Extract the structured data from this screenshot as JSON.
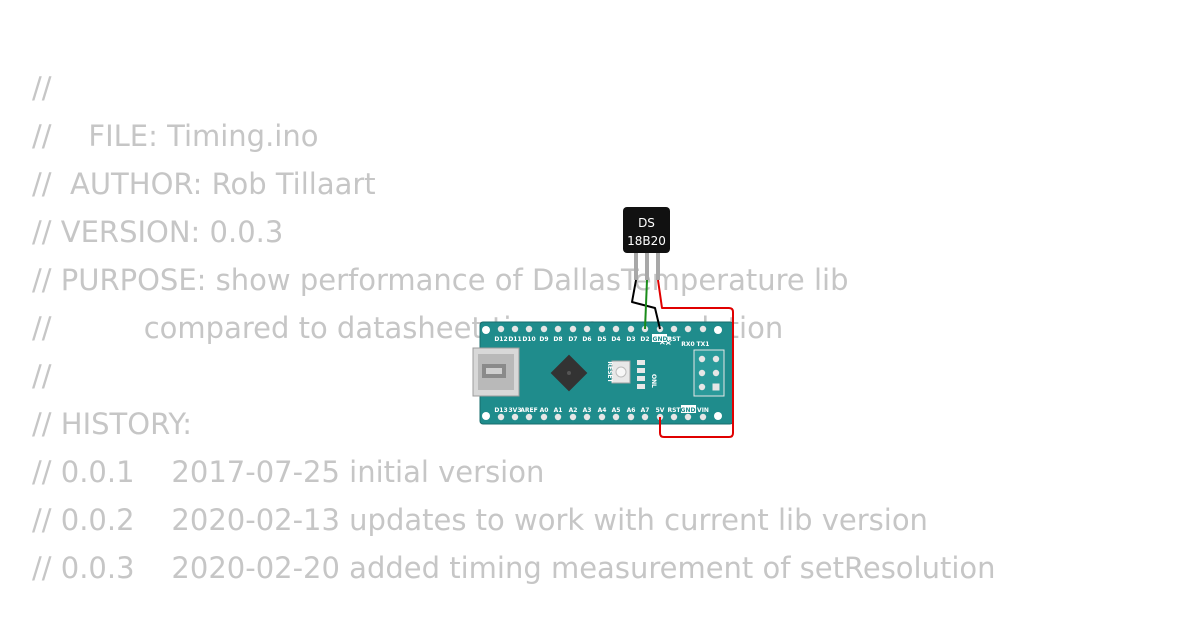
{
  "code_lines": [
    "//",
    "//    FILE: Timing.ino",
    "//  AUTHOR: Rob Tillaart",
    "// VERSION: 0.0.3",
    "// PURPOSE: show performance of DallasTemperature lib",
    "//          compared to datasheet times per resolution",
    "//",
    "// HISTORY:",
    "// 0.0.1    2017-07-25 initial version",
    "// 0.0.2    2020-02-13 updates to work with current lib version",
    "// 0.0.3    2020-02-20 added timing measurement of setResolution"
  ],
  "sensor": {
    "label_line1": "DS",
    "label_line2": "18B20"
  },
  "board": {
    "top_pins": [
      "D12",
      "D11",
      "D10",
      "D9",
      "D8",
      "D7",
      "D6",
      "D5",
      "D4",
      "D3",
      "D2",
      "GND",
      "RST",
      "RX0",
      "TX1"
    ],
    "bottom_pins": [
      "D13",
      "3V3",
      "AREF",
      "A0",
      "A1",
      "A2",
      "A3",
      "A4",
      "A5",
      "A6",
      "A7",
      "5V",
      "RST",
      "GND",
      "VIN"
    ],
    "reset_label": "RESET",
    "tx_label": "TX",
    "rx_label": "RX",
    "on_label": "ON",
    "l_label": "L"
  },
  "colors": {
    "board": "#1f8c8c",
    "sensor": "#111111",
    "wire_gnd": "#000000",
    "wire_data": "#1a8c1a",
    "wire_vcc": "#e00000"
  }
}
